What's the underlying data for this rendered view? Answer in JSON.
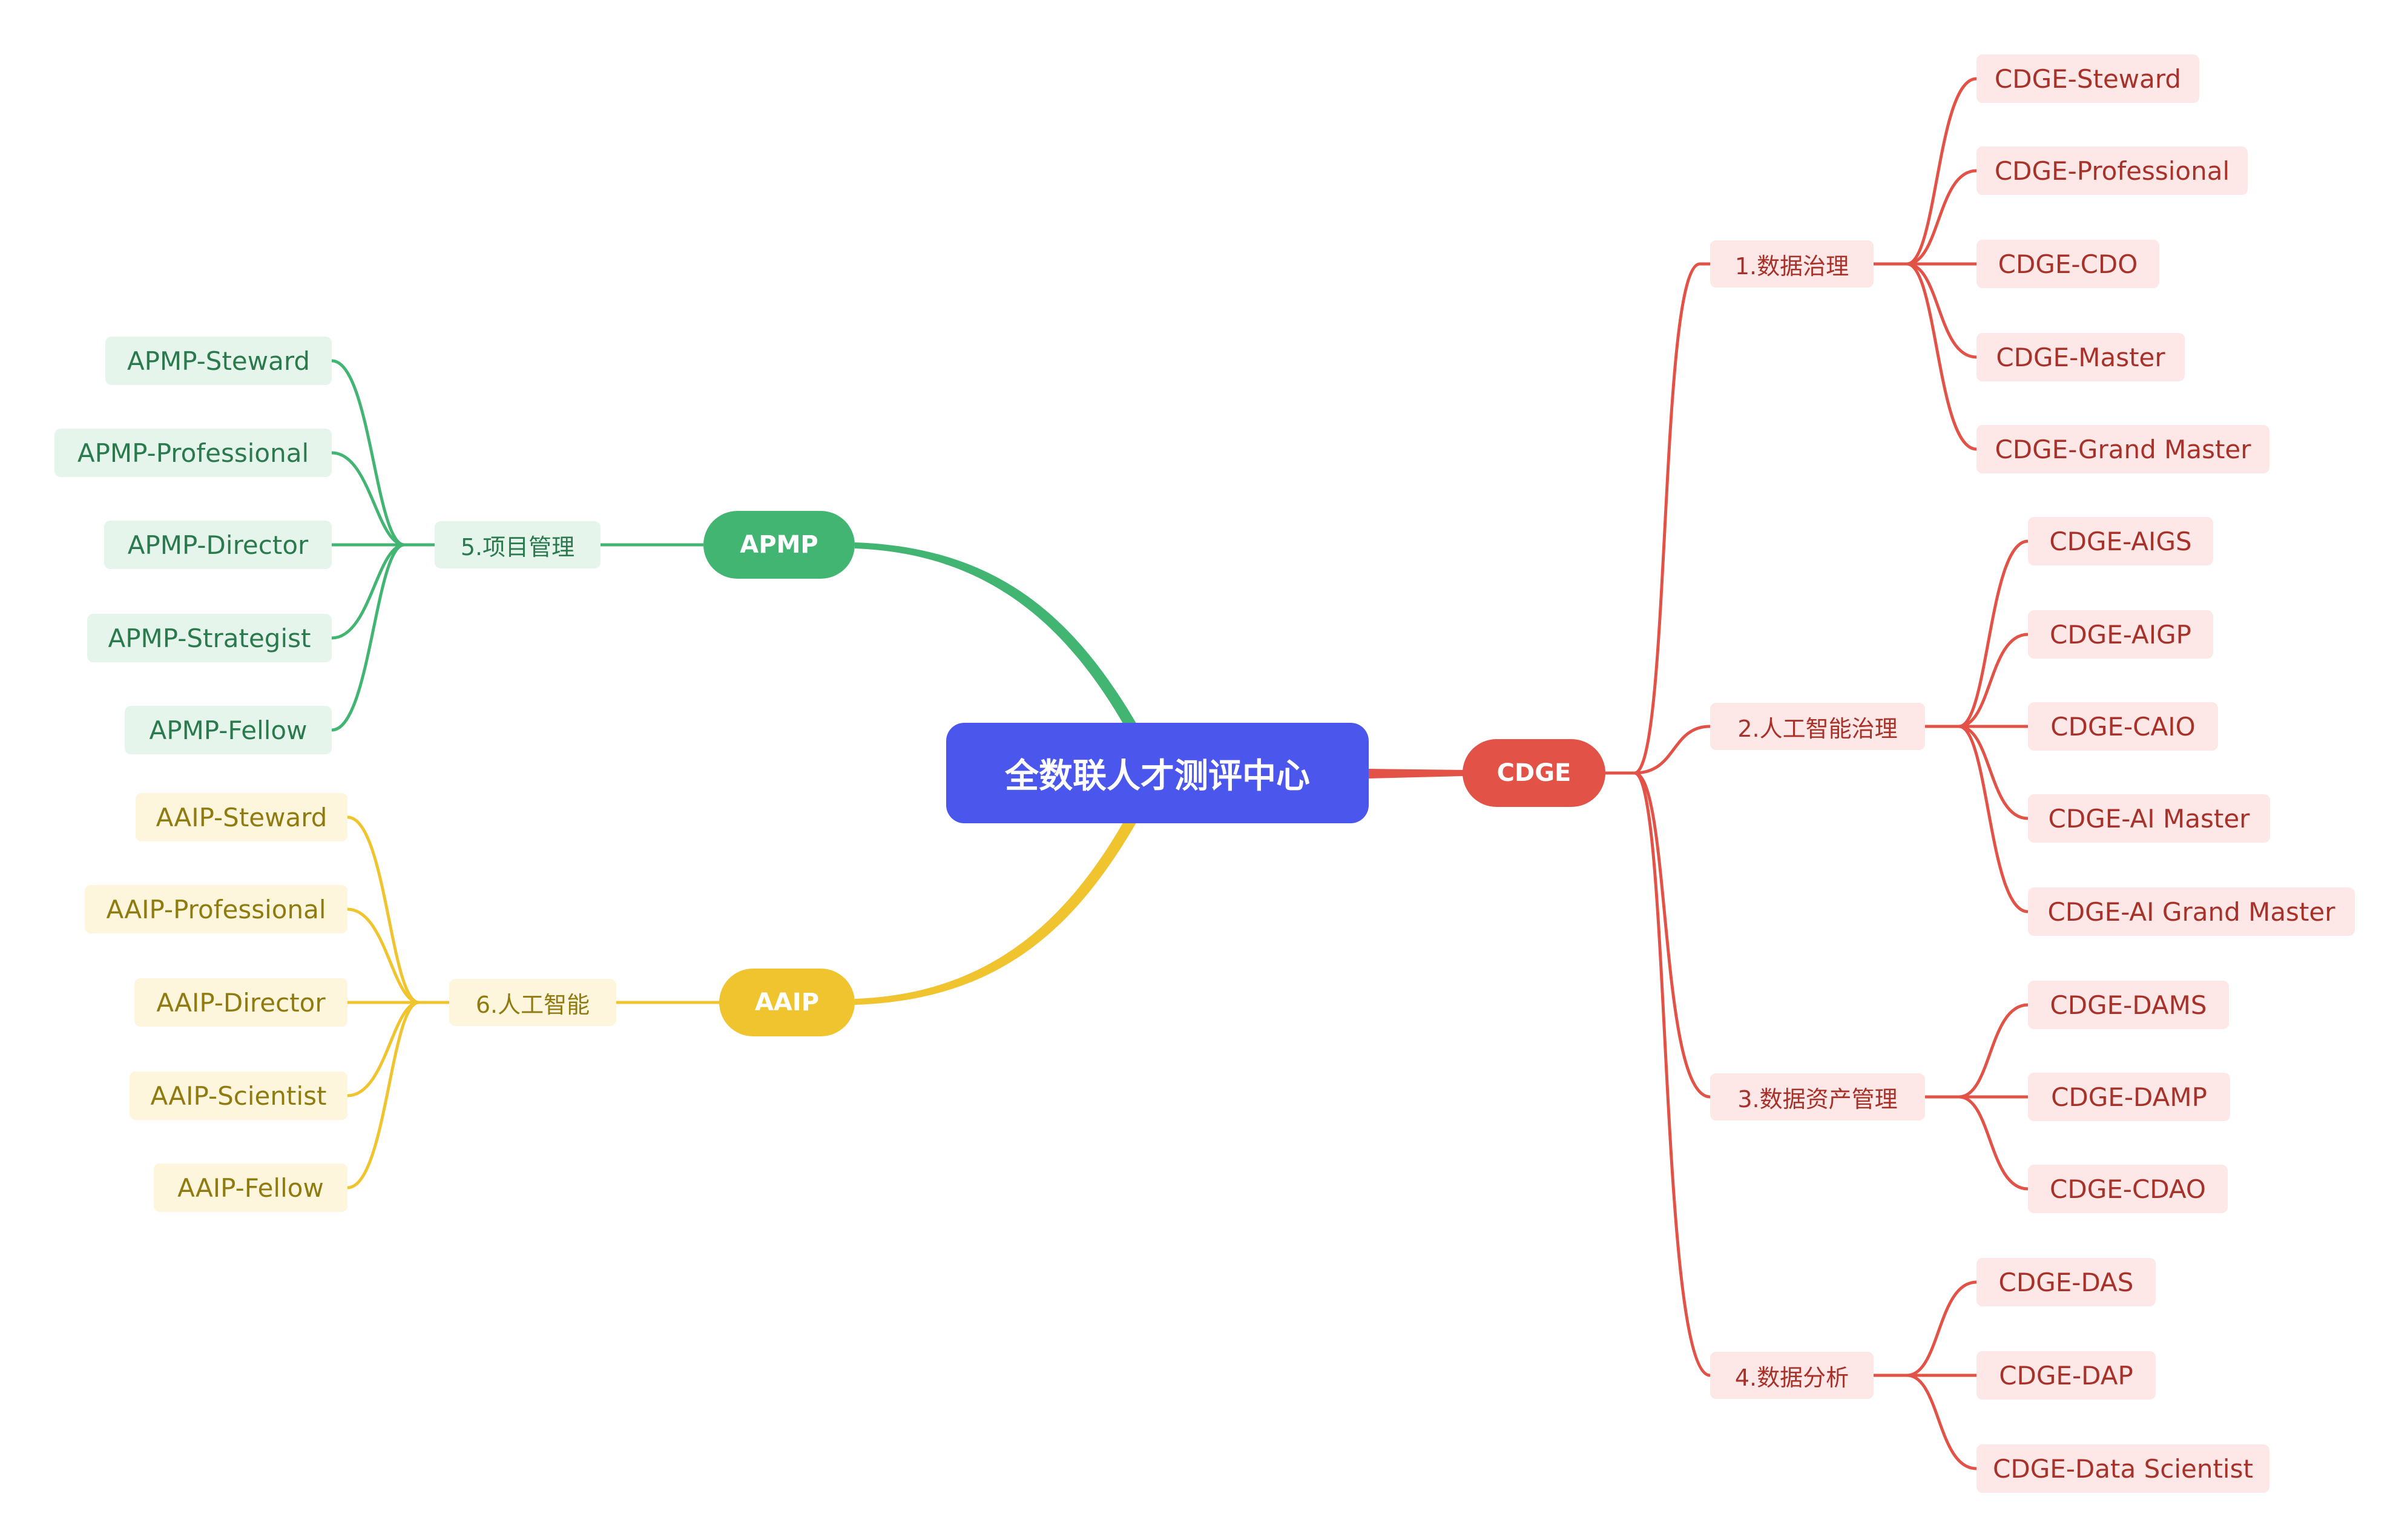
{
  "root": {
    "label": "全数联人才测评中心",
    "color": "#4b56ec"
  },
  "colors": {
    "cdge": "#e25247",
    "apmp": "#43b573",
    "aaip": "#efc42e"
  },
  "branches": {
    "cdge": {
      "label": "CDGE",
      "subs": [
        {
          "label": "1.数据治理",
          "leaves": [
            "CDGE-Steward",
            "CDGE-Professional",
            "CDGE-CDO",
            "CDGE-Master",
            "CDGE-Grand Master"
          ]
        },
        {
          "label": "2.人工智能治理",
          "leaves": [
            "CDGE-AIGS",
            "CDGE-AIGP",
            "CDGE-CAIO",
            "CDGE-AI Master",
            "CDGE-AI Grand Master"
          ]
        },
        {
          "label": "3.数据资产管理",
          "leaves": [
            "CDGE-DAMS",
            "CDGE-DAMP",
            "CDGE-CDAO"
          ]
        },
        {
          "label": "4.数据分析",
          "leaves": [
            "CDGE-DAS",
            "CDGE-DAP",
            "CDGE-Data Scientist"
          ]
        }
      ]
    },
    "apmp": {
      "label": "APMP",
      "subs": [
        {
          "label": "5.项目管理",
          "leaves": [
            "APMP-Steward",
            "APMP-Professional",
            "APMP-Director",
            "APMP-Strategist",
            "APMP-Fellow"
          ]
        }
      ]
    },
    "aaip": {
      "label": "AAIP",
      "subs": [
        {
          "label": "6.人工智能",
          "leaves": [
            "AAIP-Steward",
            "AAIP-Professional",
            "AAIP-Director",
            "AAIP-Scientist",
            "AAIP-Fellow"
          ]
        }
      ]
    }
  }
}
